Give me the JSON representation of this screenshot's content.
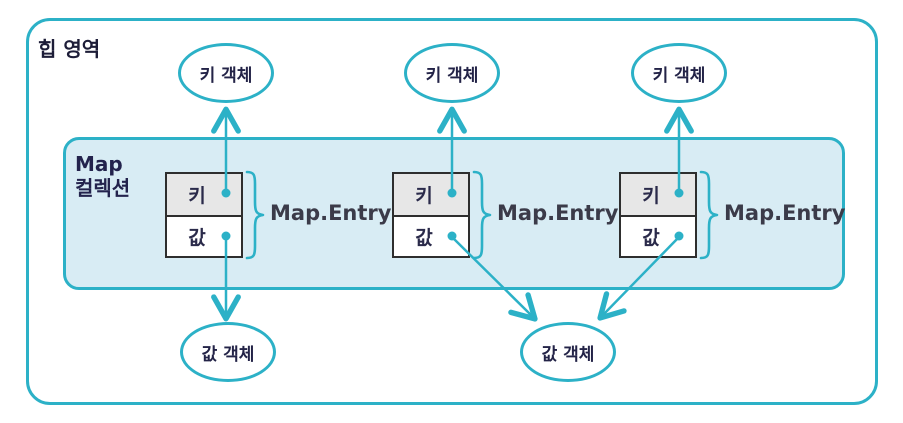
{
  "diagram": {
    "heap_region_label": "힙 영역",
    "map_collection_label_line1": "Map",
    "map_collection_label_line2": "컬렉션",
    "key_objects": [
      {
        "label": "키 객체"
      },
      {
        "label": "키 객체"
      },
      {
        "label": "키 객체"
      }
    ],
    "entries": [
      {
        "key_label": "키",
        "value_label": "값",
        "entry_label": "Map.Entry"
      },
      {
        "key_label": "키",
        "value_label": "값",
        "entry_label": "Map.Entry"
      },
      {
        "key_label": "키",
        "value_label": "값",
        "entry_label": "Map.Entry"
      }
    ],
    "value_objects": [
      {
        "label": "값 객체"
      },
      {
        "label": "값 객체"
      }
    ],
    "colors": {
      "teal": "#2cb1c7",
      "panel_fill": "#d8ecf4",
      "key_cell_fill": "#e7e7e7",
      "box_border": "#2e2e2e",
      "text_dark": "#232347"
    }
  }
}
